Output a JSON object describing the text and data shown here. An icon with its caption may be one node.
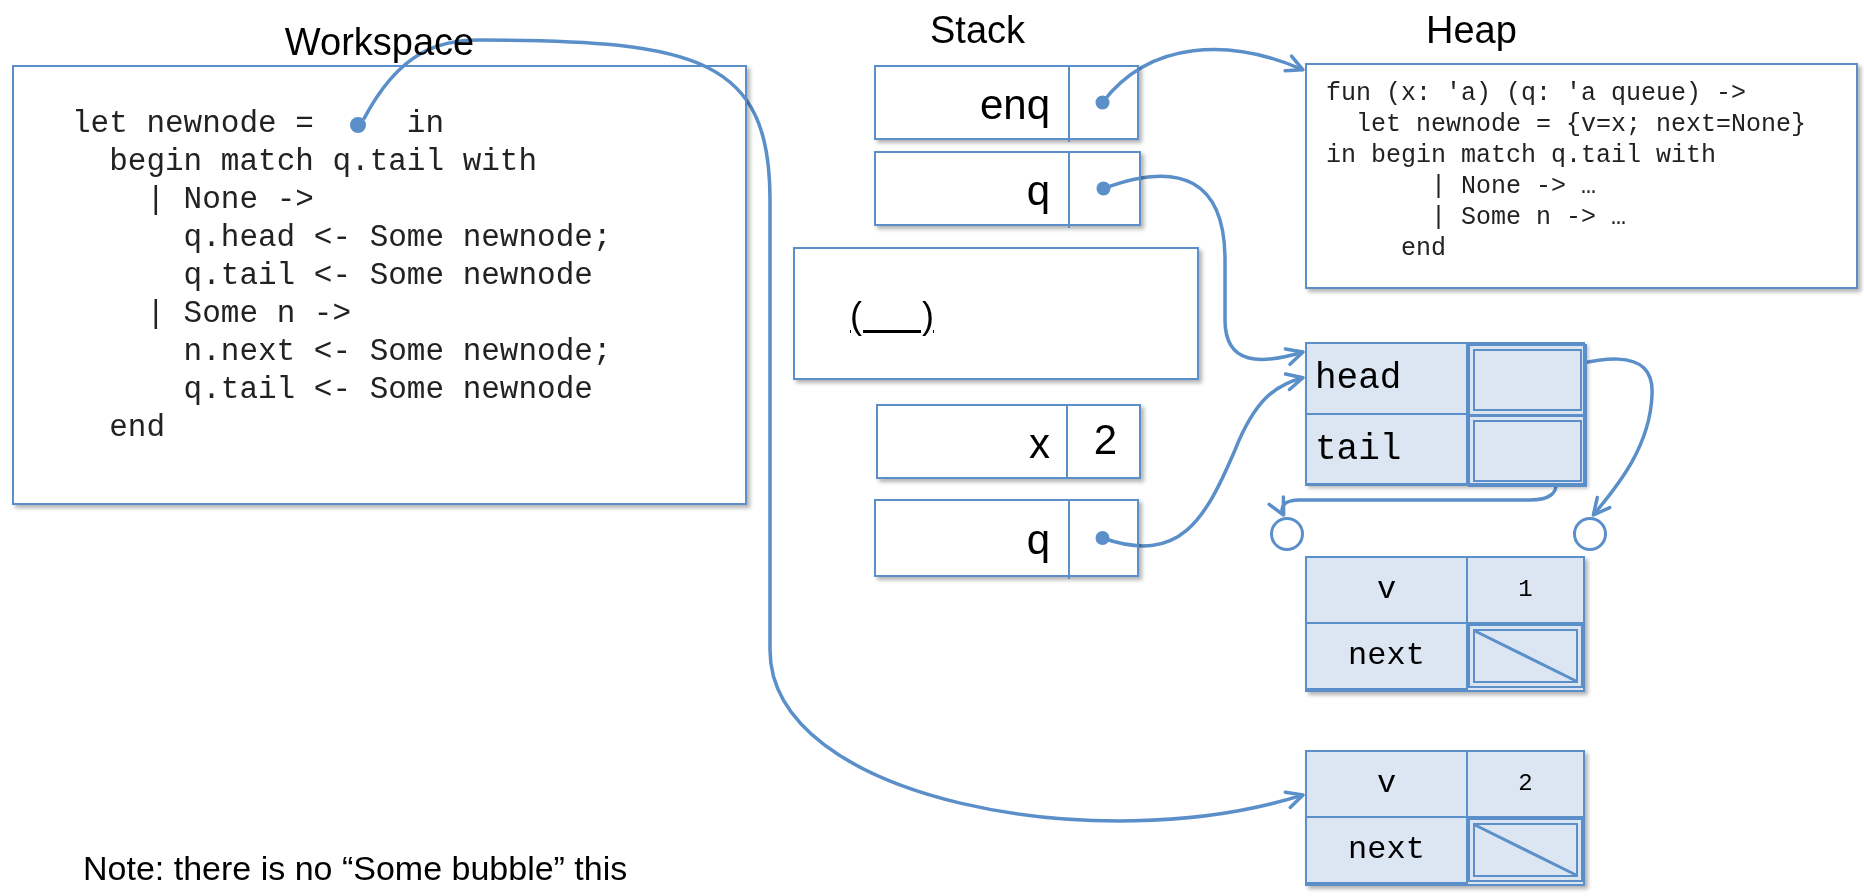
{
  "diagram": {
    "nodes": [
      {
        "text": [
          "Workspace",
          "let newnode =     in",
          "begin match q.tail with",
          "| None ->",
          "q.head <- Some newnode;",
          "q.tail <- Some newnode",
          "| Some n ->",
          "n.next <- Some newnode;",
          "q.tail <- Some newnode",
          "end"
        ]
      },
      {
        "text": [],
        "shape": "circle",
        "in": 0
      },
      {
        "text": [
          "enq"
        ]
      },
      {
        "text": [],
        "shape": "box",
        "in": 2
      },
      {
        "text": [
          "q"
        ]
      },
      {
        "text": [],
        "shape": "box",
        "in": 4
      },
      {
        "text": [
          "(      )"
        ]
      },
      {
        "text": [
          "x",
          "2"
        ]
      },
      {
        "text": [
          "q"
        ]
      },
      {
        "text": [],
        "shape": "box",
        "in": 8
      },
      {
        "text": [
          "fun (x: 'a) (q: 'a queue) ->",
          "let newnode = {v=x; next=None}",
          "in begin match q.tail with",
          "| None -> …",
          "| Some n -> …",
          "end"
        ]
      },
      {
        "text": [
          "head",
          "tail"
        ]
      },
      {
        "text": [],
        "shape": "box",
        "in": 11
      },
      {
        "text": [],
        "shape": "box",
        "in": 11
      },
      {
        "text": [],
        "shape": "circle"
      },
      {
        "text": [],
        "shape": "circle"
      },
      {
        "text": [
          "v",
          "1",
          "next"
        ]
      },
      {
        "text": [
          "v",
          "2",
          "next"
        ]
      }
    ],
    "edges": [
      {
        "from": 3,
        "to": 10,
        "arrow": "to"
      },
      {
        "from": 5,
        "to": 11,
        "arrow": "to"
      },
      {
        "from": 9,
        "to": 11,
        "arrow": "to"
      },
      {
        "from": 1,
        "to": 17,
        "arrow": "to"
      },
      {
        "from": 12,
        "to": 15,
        "arrow": "to"
      },
      {
        "from": 13,
        "to": 14,
        "arrow": "to"
      }
    ],
    "labels": [
      "Stack",
      "Heap",
      "Note: there is no “Some bubble” this"
    ]
  }
}
